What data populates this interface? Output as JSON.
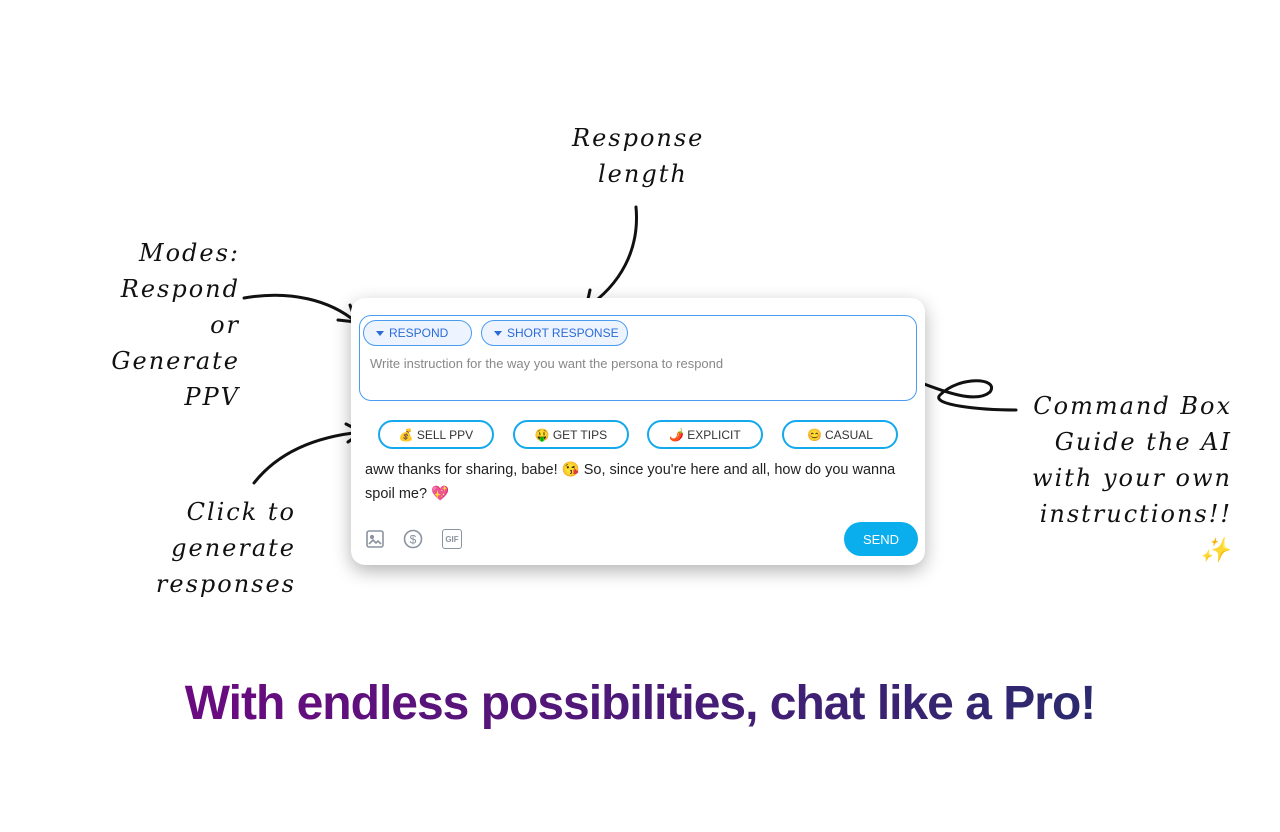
{
  "annotations": {
    "response_length": [
      "Response",
      "length"
    ],
    "modes": [
      "Modes:",
      "Respond or",
      "Generate",
      "PPV"
    ],
    "command_box": [
      "Command Box",
      "Guide the AI",
      "with your own",
      "instructions!! ✨"
    ],
    "click": [
      "Click to generate",
      "responses"
    ]
  },
  "composer": {
    "mode_dropdown": "RESPOND",
    "length_dropdown": "SHORT RESPONSE",
    "instruction_placeholder": "Write instruction for the way you want the persona to respond",
    "quick_buttons": [
      {
        "emoji": "💰",
        "label": "SELL PPV"
      },
      {
        "emoji": "🤑",
        "label": "GET TIPS"
      },
      {
        "emoji": "🌶️",
        "label": "EXPLICIT"
      },
      {
        "emoji": "😊",
        "label": "CASUAL"
      }
    ],
    "message": "aww thanks for sharing, babe! 😘 So, since you're here and all, how do you wanna spoil me? 💖",
    "send_label": "SEND",
    "gif_label": "GIF"
  },
  "headline": "With endless possibilities, chat like a Pro!"
}
